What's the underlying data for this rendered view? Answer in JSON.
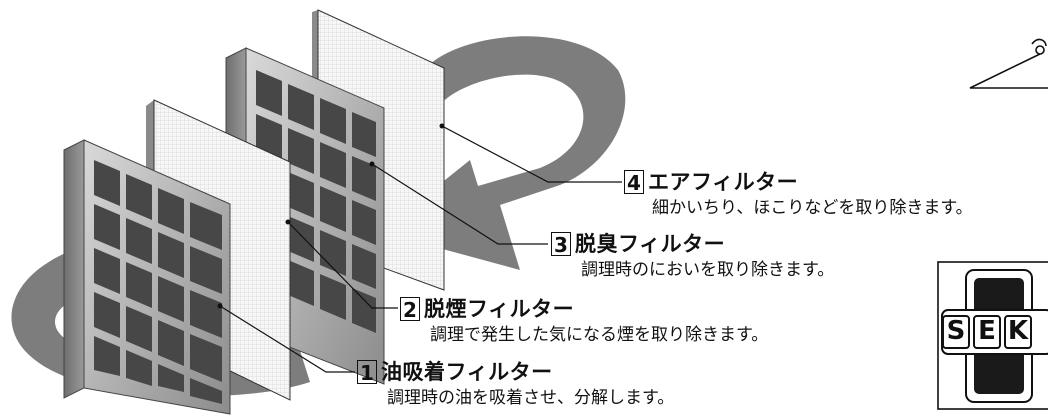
{
  "filters": [
    {
      "number": "1",
      "title": "油吸着フィルター",
      "description": "調理時の油を吸着させ、分解します。"
    },
    {
      "number": "2",
      "title": "脱煙フィルター",
      "description": "調理で発生した気になる煙を取り除きます。"
    },
    {
      "number": "3",
      "title": "脱臭フィルター",
      "description": "調理時のにおいを取り除きます。"
    },
    {
      "number": "4",
      "title": "エアフィルター",
      "description": "細かいちり、ほこりなどを取り除きます。"
    }
  ],
  "logo": {
    "letters": [
      "S",
      "E",
      "K"
    ]
  },
  "colors": {
    "arrow": "#7d7d7d",
    "frame": "#9a9a9a",
    "grid_cell": "#4a4a4a",
    "mesh": "#f2f2f2"
  }
}
